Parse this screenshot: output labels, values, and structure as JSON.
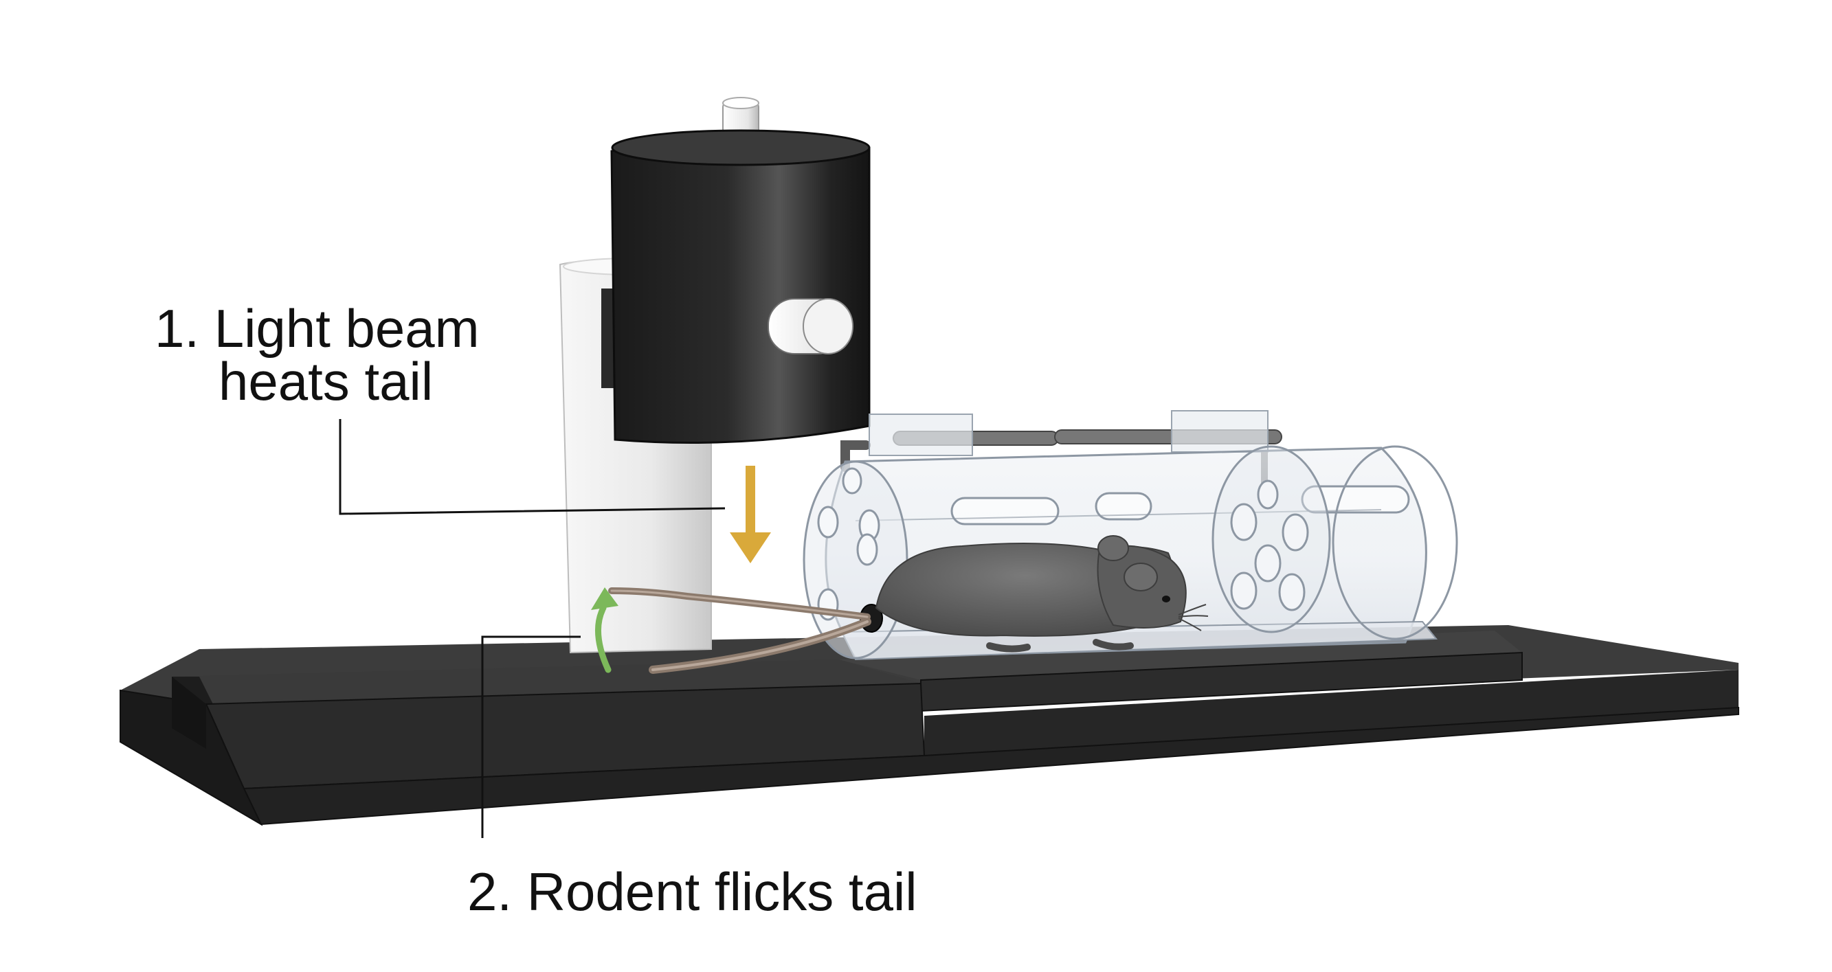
{
  "annotations": {
    "step1_line1": "1. Light beam",
    "step1_line2": "heats tail",
    "step2": "2. Rodent flicks tail"
  },
  "colors": {
    "background": "#ffffff",
    "base": "#333333",
    "lamp_housing": "#1e1e1e",
    "stand": "#f2f2f2",
    "heat_arrow": "#d9a93a",
    "flick_arrow": "#7cb85a",
    "tube": "#dde3ea",
    "rodent": "#5e5e5e",
    "tail": "#9a8778",
    "leader_line": "#111111"
  },
  "icons": {
    "heat_arrow": "arrow-down-icon",
    "flick_arrow": "arrow-curved-up-icon"
  }
}
